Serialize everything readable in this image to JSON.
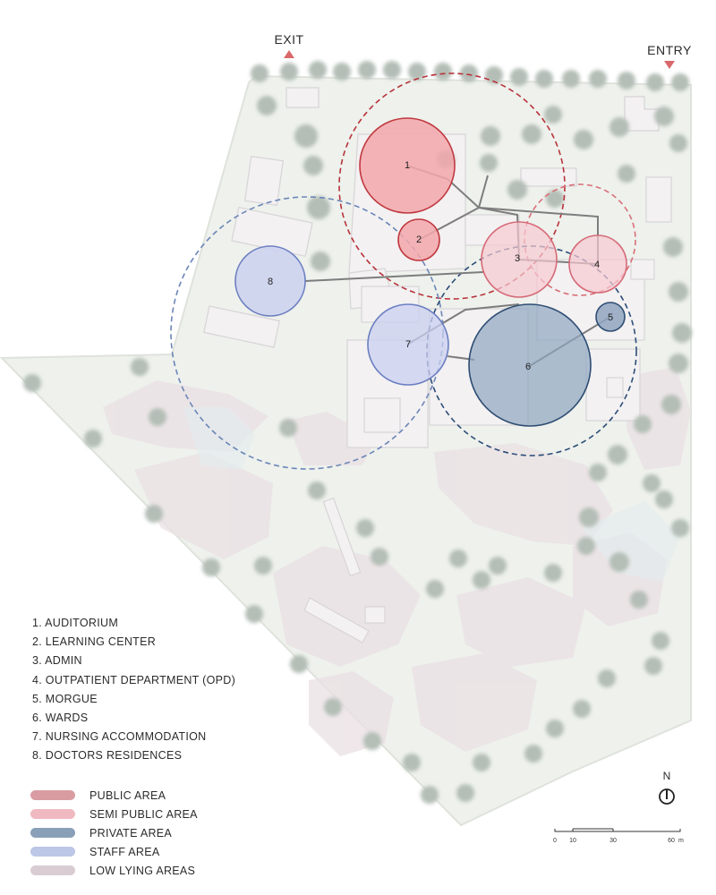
{
  "markers": {
    "exit": "EXIT",
    "entry": "ENTRY"
  },
  "zones": [
    {
      "number": "1",
      "label": "1. AUDITORIUM",
      "area": "public"
    },
    {
      "number": "2",
      "label": "2. LEARNING CENTER",
      "area": "public"
    },
    {
      "number": "3",
      "label": "3. ADMIN",
      "area": "semi_public"
    },
    {
      "number": "4",
      "label": "4. OUTPATIENT DEPARTMENT (OPD)",
      "area": "semi_public"
    },
    {
      "number": "5",
      "label": "5. MORGUE",
      "area": "private"
    },
    {
      "number": "6",
      "label": "6. WARDS",
      "area": "private"
    },
    {
      "number": "7",
      "label": "7. NURSING ACCOMMODATION",
      "area": "staff"
    },
    {
      "number": "8",
      "label": "8. DOCTORS RESIDENCES",
      "area": "staff"
    }
  ],
  "legend": [
    {
      "label": "PUBLIC AREA",
      "color": "#d99ca1"
    },
    {
      "label": "SEMI PUBLIC AREA",
      "color": "#f0b9c1"
    },
    {
      "label": "PRIVATE AREA",
      "color": "#8aa0b8"
    },
    {
      "label": "STAFF AREA",
      "color": "#bcc6e6"
    },
    {
      "label": "LOW LYING AREAS",
      "color": "#d9cdd3"
    }
  ],
  "north": "N",
  "scale": {
    "ticks": [
      "0",
      "10",
      "30",
      "60"
    ],
    "unit": "m"
  },
  "colors": {
    "public_fill": "#f2a7ac",
    "public_stroke": "#c0383f",
    "semi_public_fill": "#f7c9d2",
    "semi_public_stroke": "#d66a78",
    "private_fill": "#8fa5c0",
    "private_stroke": "#2e4d73",
    "staff_fill": "#c9cff0",
    "staff_stroke": "#6b7fc0",
    "public_dashed": "#b8323a",
    "semi_public_dashed": "#d96f78",
    "private_dashed": "#2c4d78",
    "staff_dashed": "#6b86b8",
    "site_fill": "#eef1ec",
    "low_lying": "#e9dfe3",
    "tree": "#aab5ad",
    "link": "#7d7d7d"
  }
}
